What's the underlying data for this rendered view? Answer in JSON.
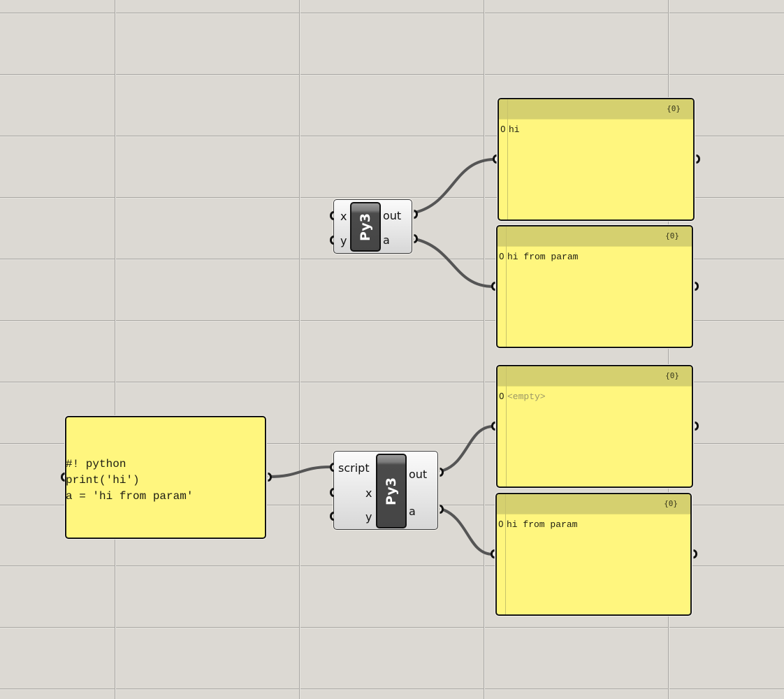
{
  "canvas": {
    "background": "#dcd9d3",
    "wire_color": "#555555",
    "panel_color": "#fff67e",
    "panel_header_color": "#d5d06f"
  },
  "components": [
    {
      "id": "py3-component-top",
      "nickname": "Py3",
      "inputs": [
        "x",
        "y"
      ],
      "outputs": [
        "out",
        "a"
      ]
    },
    {
      "id": "py3-component-bottom",
      "nickname": "Py3",
      "inputs": [
        "script",
        "x",
        "y"
      ],
      "outputs": [
        "out",
        "a"
      ]
    }
  ],
  "script_panel": {
    "lines": [
      "#! python",
      "print('hi')",
      "a = 'hi from param'"
    ]
  },
  "panels": [
    {
      "path": "{0}",
      "index": "0",
      "value": "hi",
      "empty": false
    },
    {
      "path": "{0}",
      "index": "0",
      "value": "hi from param",
      "empty": false
    },
    {
      "path": "{0}",
      "index": "0",
      "value": "<empty>",
      "empty": true
    },
    {
      "path": "{0}",
      "index": "0",
      "value": "hi from param",
      "empty": false
    }
  ]
}
